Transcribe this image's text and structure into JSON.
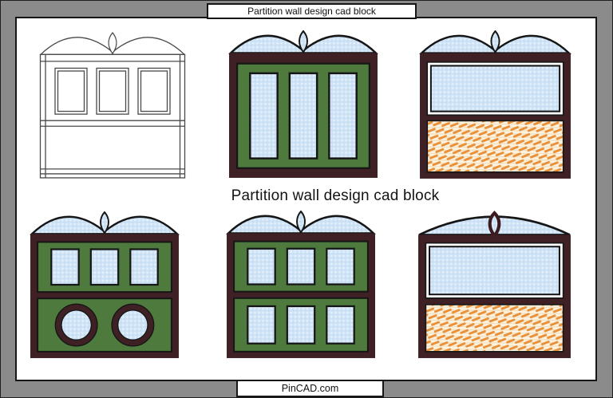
{
  "header": {
    "label": "Partition wall design cad block"
  },
  "main": {
    "heading": "Partition wall design cad block",
    "designs": [
      {
        "name": "outline-partition-three-windows"
      },
      {
        "name": "green-partition-three-vertical-glass-panels"
      },
      {
        "name": "wood-partition-glass-top-wicker-bottom"
      },
      {
        "name": "green-partition-three-windows-two-round-windows"
      },
      {
        "name": "green-partition-six-windows"
      },
      {
        "name": "wood-partition-wide-arch-glass-top-wicker-bottom"
      }
    ]
  },
  "footer": {
    "label": "PinCAD.com"
  },
  "colors": {
    "frame-gray": "#8b8b8b",
    "line-black": "#161616",
    "outline-gray": "#4a4a4a",
    "wood-brown": "#3f2125",
    "finial-dark": "#3b1b20",
    "panel-green": "#4e7b3d",
    "glass-blue": "#cfe3f6",
    "glass-blue-light": "#eaf3fc",
    "glass-blue-shade": "#bdd8f0",
    "rattan-orange": "#e8913a",
    "rattan-cream": "#fdf3e1",
    "rattan-line": "#f2debb"
  }
}
